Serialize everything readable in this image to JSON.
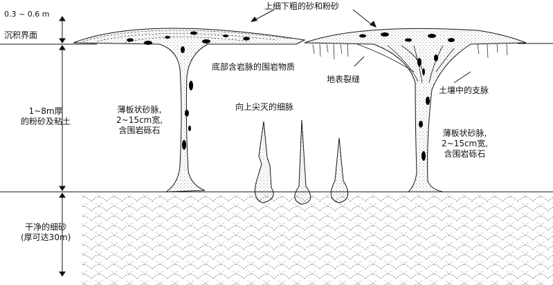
{
  "labels": {
    "depth_range": "0.3 ~ 0.6 m",
    "surface": "沉积界面",
    "upper_layer": "上细下粗的砂和粉砂",
    "host_rock": "底部含岩脉的围岩物质",
    "ground_fissure": "地表裂缝",
    "soil_branches": "土壤中的支脉",
    "upward_pinching": "向上尖灭的细脉",
    "layer_silt": [
      "1~8m厚",
      "的粉砂及粘土"
    ],
    "layer_sand": [
      "干净的细砂",
      "(厚可达30m)"
    ],
    "dike_left": [
      "薄板状砂脉,",
      "2~15cm宽,",
      "含围岩砾石"
    ],
    "dike_right": [
      "薄板状砂脉,",
      "2~15cm宽,",
      "含围岩砾石"
    ]
  },
  "colors": {
    "line": "#111111",
    "fill": "#ffffff",
    "stipple": "#555555",
    "clast": "#000000"
  }
}
